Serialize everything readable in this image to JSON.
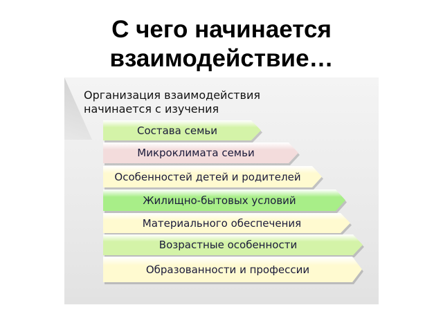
{
  "slide": {
    "title_line1": "С чего начинается",
    "title_line2": "взаимодействие…"
  },
  "diagram": {
    "intro_line1": "Организация взаимодействия",
    "intro_line2": "начинается с изучения",
    "steps": [
      {
        "label": "Состава семьи",
        "color": "#d4f3a8"
      },
      {
        "label": "Микроклимата семьи",
        "color": "#f3dcdc"
      },
      {
        "label": "Особенностей детей и родителей",
        "color": "#fffad0"
      },
      {
        "label": "Жилищно-бытовых условий",
        "color": "#a8ee88"
      },
      {
        "label": "Материального обеспечения",
        "color": "#fffad0"
      },
      {
        "label": "Возрастные особенности",
        "color": "#d4f3a8"
      },
      {
        "label": "Образованности и профессии",
        "color": "#fffad0"
      }
    ]
  }
}
